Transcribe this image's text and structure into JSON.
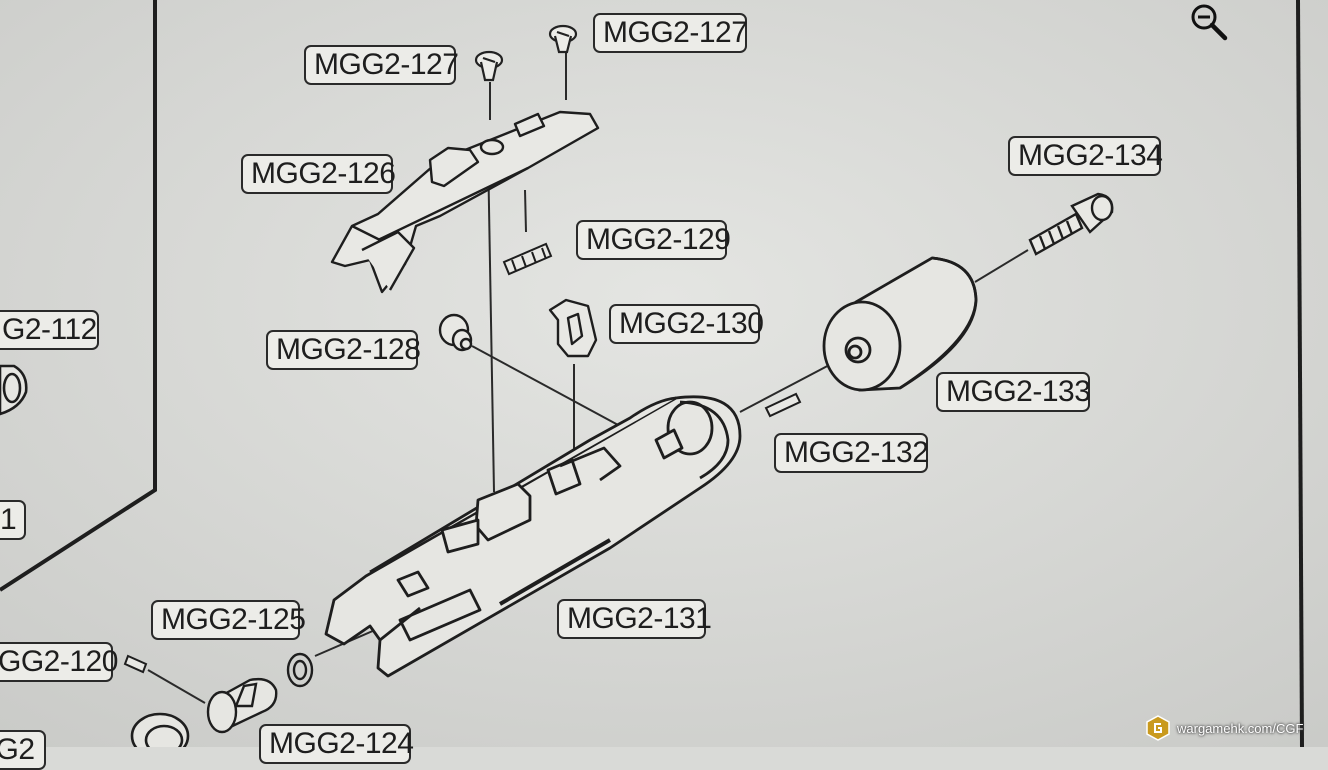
{
  "part_labels": {
    "mgg2_127_left": "MGG2-127",
    "mgg2_127_right": "MGG2-127",
    "mgg2_126": "MGG2-126",
    "mgg2_129": "MGG2-129",
    "mgg2_134_top": "MGG2-134",
    "mgg2_112_partial": "G2-112",
    "mgg2_128": "MGG2-128",
    "mgg2_130": "MGG2-130",
    "mgg2_133": "MGG2-133",
    "mgg2_132": "MGG2-132",
    "mgg2_partial_digit": "1",
    "mgg2_125": "MGG2-125",
    "mgg2_131": "MGG2-131",
    "mgg2_120_partial": "GG2-120",
    "mgg2_124_bottom": "MGG2-124",
    "bottom_left_partial": "G2"
  },
  "icons": {
    "zoom": "zoom-out-icon",
    "watermark_logo": "wargamehk-logo-icon"
  },
  "watermark": {
    "text": "wargamehk.com/CGF"
  },
  "colors": {
    "screen_background": "#d9dad7",
    "line_art": "#222222",
    "label_fill": "#ecece8"
  }
}
